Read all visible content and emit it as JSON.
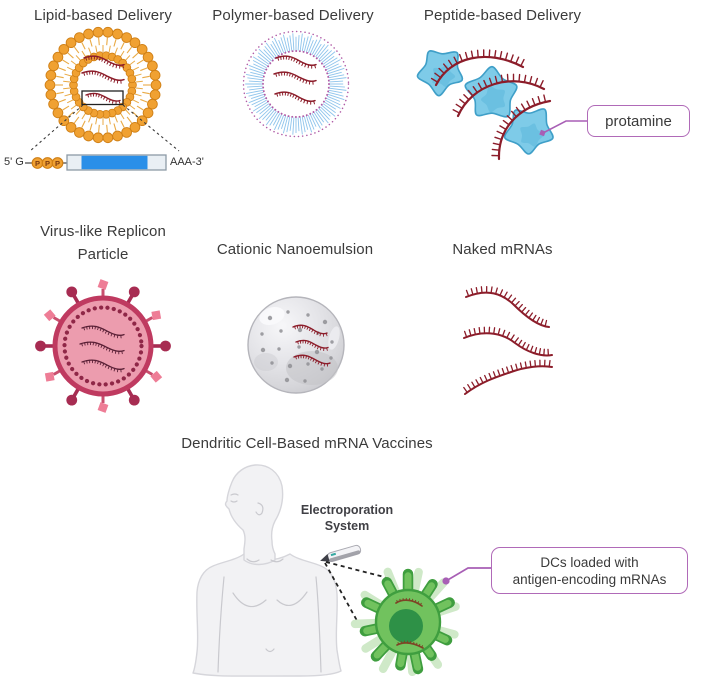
{
  "panels": {
    "lipid": {
      "title": "Lipid-based Delivery"
    },
    "polymer": {
      "title": "Polymer-based Delivery"
    },
    "peptide": {
      "title": "Peptide-based Delivery",
      "callout": "protamine"
    },
    "virus": {
      "title_line1": "Virus-like Replicon",
      "title_line2": "Particle"
    },
    "emulsion": {
      "title": "Cationic Nanoemulsion"
    },
    "naked": {
      "title": "Naked mRNAs"
    },
    "dendritic": {
      "title": "Dendritic Cell-Based mRNA Vaccines",
      "device_label_line1": "Electroporation",
      "device_label_line2": "System",
      "callout_line1": "DCs loaded with",
      "callout_line2": "antigen-encoding mRNAs"
    }
  },
  "mrna_structure": {
    "five_prime_label": "5' G",
    "phosphate_label": "P",
    "three_prime_label": "AAA-3'"
  },
  "colors": {
    "title_text": "#3b3b3b",
    "callout_border": "#b06ab8",
    "connector_purple": "#a85fb5",
    "mrna_red": "#8c1d2a",
    "mrna_dark": "#5a2036",
    "mrna_brown": "#7d4526",
    "lipid_head": "#f0a132",
    "lipid_head_stroke": "#cf7f15",
    "lipid_tail": "#e9aa45",
    "phosphate_text": "#7b3b12",
    "bar_bg": "#e9eff4",
    "bar_stroke": "#8d9aa6",
    "bar_blue": "#2a8fe8",
    "polymer_bristle": "#8ec4ec",
    "polymer_dot": "#b05ba6",
    "peptide_fill": "#7ecbe8",
    "peptide_stroke": "#3f9fc8",
    "peptide_shade": "#54b3d9",
    "virus_ring": "#bf3a60",
    "virus_fill": "#ec9cae",
    "virus_dot": "#8f2747",
    "virus_spike_dark": "#a72c52",
    "virus_spike_pink": "#ee7d96",
    "virus_spike_stem": "#c94f6e",
    "emulsion_stroke": "#b5b5bb",
    "emulsion_dot": "#8f8f94",
    "body_fill": "#f2f2f4",
    "body_stroke": "#d6d6db",
    "body_detail": "#c9c9ce",
    "device_dark": "#3f4048",
    "device_gray": "#9a9aa2",
    "device_teal": "#35a9a2",
    "dash_black": "#222222",
    "cell_fill": "#71c25e",
    "cell_stroke": "#3f9e3f",
    "cell_nucleus": "#2e9147",
    "cell_light": "#cfe9c8"
  }
}
